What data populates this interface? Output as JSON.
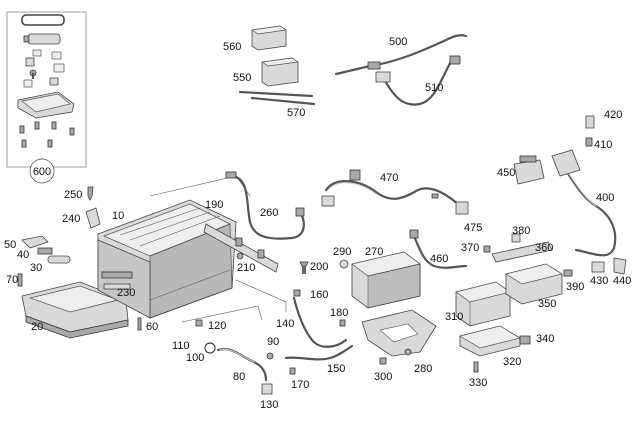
{
  "callouts": {
    "c10": "10",
    "c20": "20",
    "c30": "30",
    "c40": "40",
    "c50": "50",
    "c60": "60",
    "c70": "70",
    "c80": "80",
    "c90": "90",
    "c100": "100",
    "c110": "110",
    "c120": "120",
    "c130": "130",
    "c140": "140",
    "c150": "150",
    "c160": "160",
    "c170": "170",
    "c180": "180",
    "c190": "190",
    "c200": "200",
    "c210": "210",
    "c230": "230",
    "c240": "240",
    "c250": "250",
    "c260": "260",
    "c270": "270",
    "c280": "280",
    "c290": "290",
    "c300": "300",
    "c310": "310",
    "c320": "320",
    "c330": "330",
    "c340": "340",
    "c350": "350",
    "c360": "360",
    "c370": "370",
    "c380": "380",
    "c390": "390",
    "c400": "400",
    "c410": "410",
    "c420": "420",
    "c430": "430",
    "c440": "440",
    "c450": "450",
    "c460": "460",
    "c470": "470",
    "c475": "475",
    "c500": "500",
    "c510": "510",
    "c550": "550",
    "c560": "560",
    "c570": "570",
    "c600": "600"
  },
  "colors": {
    "part_fill": "#d9d9d9",
    "part_stroke": "#444444",
    "label_text": "#111111"
  }
}
